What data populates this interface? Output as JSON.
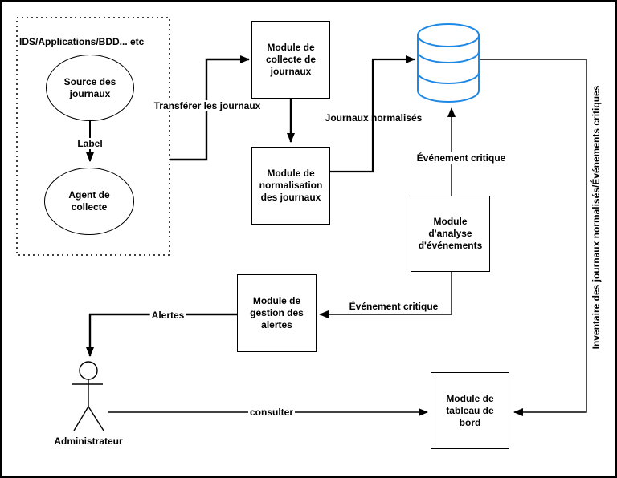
{
  "colors": {
    "db_blue": "#1E88E5",
    "stroke": "#000000"
  },
  "group": {
    "label": "IDS/Applications/BDD... etc"
  },
  "nodes": {
    "source": {
      "label": "Source des\njournaux"
    },
    "agent": {
      "label": "Agent de\ncollecte"
    },
    "collecte": {
      "label": "Module de\ncollecte de\njournaux"
    },
    "normalisation": {
      "label": "Module de\nnormalisation\ndes journaux"
    },
    "analyse": {
      "label": "Module\nd'analyse\nd'événements"
    },
    "gestion": {
      "label": "Module de\ngestion des\nalertes"
    },
    "tableau": {
      "label": "Module de\ntableau de\nbord"
    },
    "admin": {
      "label": "Administrateur"
    }
  },
  "edges": {
    "transferer": "Transférer les journaux",
    "label_arrow": "Label",
    "journaux_normalises": "Journaux normalisés",
    "evenement_critique_top": "Événement critique",
    "evenement_critique_bottom": "Événement critique",
    "alertes": "Alertes",
    "consulter": "consulter",
    "inventaire": "Inventaire des journaux normalisés/Événements critiques"
  }
}
